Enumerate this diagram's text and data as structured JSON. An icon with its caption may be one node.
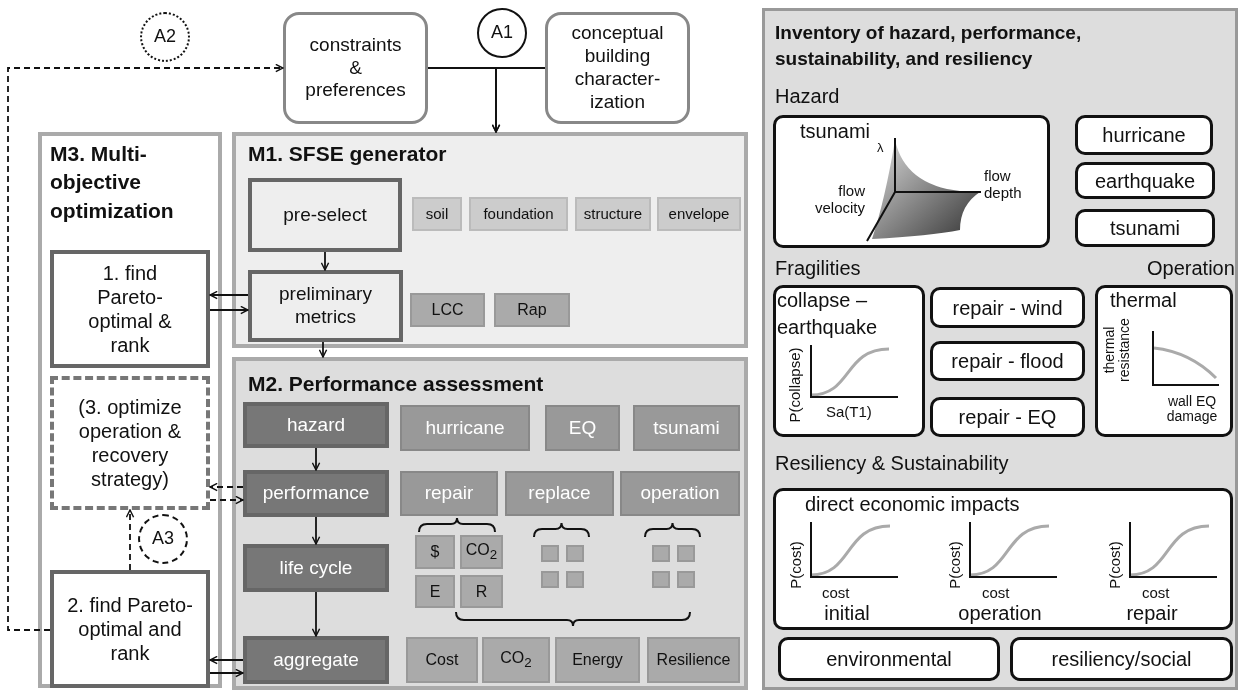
{
  "diagram": {
    "nodes": [
      {
        "text": [
          "constraints & preferences"
        ]
      },
      {
        "text": [
          "A1"
        ]
      },
      {
        "text": [
          "conceptual building character- ization"
        ]
      },
      {
        "text": [
          "A2"
        ]
      },
      {
        "text": [
          "M3. Multi- objective optimization"
        ]
      },
      {
        "text": [
          "1. find Pareto- optimal & rank"
        ],
        "in": 4
      },
      {
        "text": [
          "(3. optimize operation & recovery strategy)"
        ],
        "in": 4
      },
      {
        "text": [
          "A3"
        ],
        "in": 4
      },
      {
        "text": [
          "2. find Pareto- optimal and rank"
        ],
        "in": 4
      },
      {
        "text": [
          "M1. SFSE generator"
        ]
      },
      {
        "text": [
          "pre-select"
        ],
        "in": 9
      },
      {
        "text": [
          "soil"
        ],
        "in": 9
      },
      {
        "text": [
          "foundation"
        ],
        "in": 9
      },
      {
        "text": [
          "structure"
        ],
        "in": 9
      },
      {
        "text": [
          "envelope"
        ],
        "in": 9
      },
      {
        "text": [
          "preliminary metrics"
        ],
        "in": 9
      },
      {
        "text": [
          "LCC"
        ],
        "in": 9
      },
      {
        "text": [
          "Rap"
        ],
        "in": 9
      },
      {
        "text": [
          "M2. Performance assessment"
        ]
      },
      {
        "text": [
          "hazard"
        ],
        "in": 18
      },
      {
        "text": [
          "hurricane"
        ],
        "in": 18
      },
      {
        "text": [
          "EQ"
        ],
        "in": 18
      },
      {
        "text": [
          "tsunami"
        ],
        "in": 18
      },
      {
        "text": [
          "performance"
        ],
        "in": 18
      },
      {
        "text": [
          "repair"
        ],
        "in": 18
      },
      {
        "text": [
          "replace"
        ],
        "in": 18
      },
      {
        "text": [
          "operation"
        ],
        "in": 18
      },
      {
        "text": [
          "$"
        ],
        "in": 18
      },
      {
        "text": [
          "CO$_{2}$"
        ],
        "in": 18
      },
      {
        "text": [
          "E"
        ],
        "in": 18
      },
      {
        "text": [
          "R"
        ],
        "in": 18
      },
      {
        "text": [],
        "shape": "box",
        "in": 18
      },
      {
        "text": [],
        "shape": "box",
        "in": 18
      },
      {
        "text": [],
        "shape": "box",
        "in": 18
      },
      {
        "text": [],
        "shape": "box",
        "in": 18
      },
      {
        "text": [],
        "shape": "box",
        "in": 18
      },
      {
        "text": [],
        "shape": "box",
        "in": 18
      },
      {
        "text": [],
        "shape": "box",
        "in": 18
      },
      {
        "text": [],
        "shape": "box",
        "in": 18
      },
      {
        "text": [
          "life cycle"
        ],
        "in": 18
      },
      {
        "text": [
          "aggregate"
        ],
        "in": 18
      },
      {
        "text": [
          "Cost"
        ],
        "in": 18
      },
      {
        "text": [
          "CO$_{2}$"
        ],
        "in": 18
      },
      {
        "text": [
          "Energy"
        ],
        "in": 18
      },
      {
        "text": [
          "Resilience"
        ],
        "in": 18
      },
      {
        "text": [
          "Inventory of hazard, performance, sustainability, and resiliency"
        ]
      },
      {
        "text": [
          "tsunami"
        ],
        "in": 45
      },
      {
        "text": [
          "hurricane"
        ],
        "in": 45
      },
      {
        "text": [
          "earthquake"
        ],
        "in": 45
      },
      {
        "text": [
          "tsunami"
        ],
        "in": 45
      },
      {
        "text": [
          "collapse – earthquake"
        ],
        "in": 45
      },
      {
        "text": [
          "repair - wind"
        ],
        "in": 45
      },
      {
        "text": [
          "repair - flood"
        ],
        "in": 45
      },
      {
        "text": [
          "repair - EQ"
        ],
        "in": 45
      },
      {
        "text": [
          "thermal"
        ],
        "in": 45
      },
      {
        "text": [
          "direct economic impacts",
          "initial",
          "operation",
          "repair"
        ],
        "in": 45
      },
      {
        "text": [
          "environmental"
        ],
        "in": 45
      },
      {
        "text": [
          "resiliency/social"
        ],
        "in": 45
      }
    ],
    "edges": [
      {
        "from": 0,
        "to": 9,
        "arrow": "to"
      },
      {
        "from": 2,
        "to": 9,
        "arrow": "to"
      },
      {
        "from": 8,
        "to": 0,
        "arrow": "to",
        "style": "dashed"
      },
      {
        "from": 10,
        "to": 15,
        "arrow": "to"
      },
      {
        "from": 15,
        "to": 5,
        "arrow": "to"
      },
      {
        "from": 5,
        "to": 15,
        "arrow": "to"
      },
      {
        "from": 15,
        "to": 18,
        "arrow": "to"
      },
      {
        "from": 23,
        "to": 6,
        "arrow": "to",
        "style": "dashed"
      },
      {
        "from": 6,
        "to": 23,
        "arrow": "to",
        "style": "dashed"
      },
      {
        "from": 8,
        "to": 6,
        "arrow": "to",
        "style": "dashed"
      },
      {
        "from": 19,
        "to": 23,
        "arrow": "to"
      },
      {
        "from": 23,
        "to": 39,
        "arrow": "to"
      },
      {
        "from": 39,
        "to": 40,
        "arrow": "to"
      },
      {
        "from": 40,
        "to": 8,
        "arrow": "to"
      },
      {
        "from": 8,
        "to": 40,
        "arrow": "to"
      }
    ],
    "labels": [
      "Hazard",
      "λ",
      "flow velocity",
      "flow depth",
      "Fragilities",
      "Operation",
      "P(collapse)",
      "Sa(T1)",
      "thermal resistance",
      "wall EQ damage",
      "Resiliency & Sustainability",
      "P(cost)",
      "cost",
      "P(cost)",
      "cost",
      "P(cost)",
      "cost"
    ]
  }
}
